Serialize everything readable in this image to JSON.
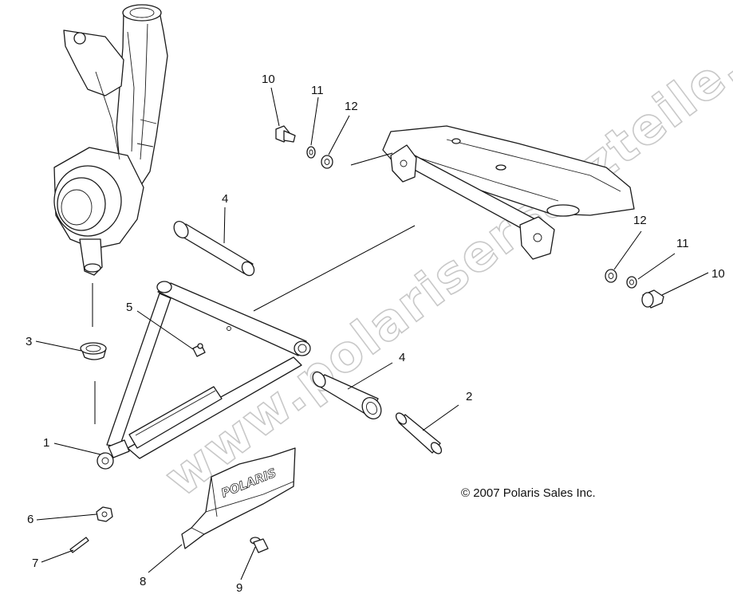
{
  "callouts": {
    "c1": "1",
    "c2": "2",
    "c3": "3",
    "c4a": "4",
    "c4b": "4",
    "c5": "5",
    "c6": "6",
    "c7": "7",
    "c8": "8",
    "c9": "9",
    "c10a": "10",
    "c10b": "10",
    "c11a": "11",
    "c11b": "11",
    "c12a": "12",
    "c12b": "12"
  },
  "copyright": "© 2007 Polaris Sales Inc.",
  "watermark": "www.polarisersatzteile.de",
  "logo_text": "POLARIS"
}
